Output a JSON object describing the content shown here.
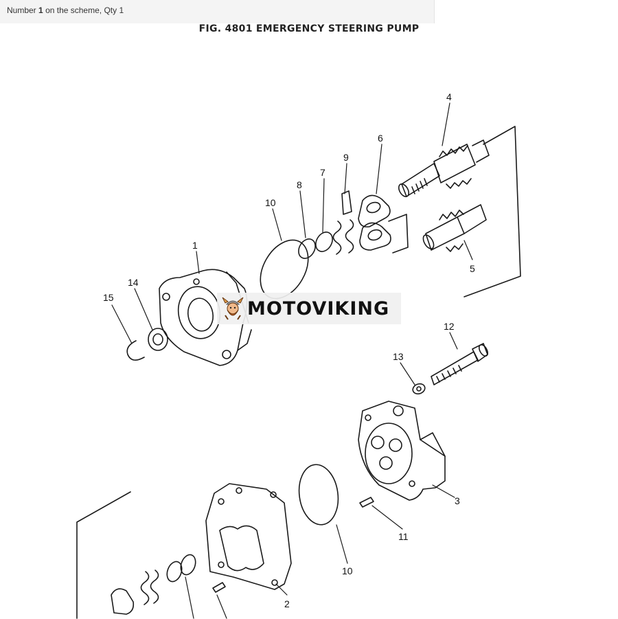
{
  "header": {
    "caption_prefix": "Number",
    "caption_number": "1",
    "caption_suffix": "on the scheme, Qty 1",
    "figure_title": "FIG. 4801  EMERGENCY STEERING PUMP"
  },
  "diagram": {
    "part_labels": {
      "p1": "1",
      "p2": "2",
      "p3": "3",
      "p4": "4",
      "p5": "5",
      "p6": "6",
      "p7": "7",
      "p8": "8",
      "p9": "9",
      "p10a": "10",
      "p10b": "10",
      "p11": "11",
      "p12": "12",
      "p13": "13",
      "p14": "14",
      "p15": "15"
    }
  },
  "watermark": {
    "text": "MOTOVIKING",
    "logo_icon": "viking-mascot-icon"
  }
}
